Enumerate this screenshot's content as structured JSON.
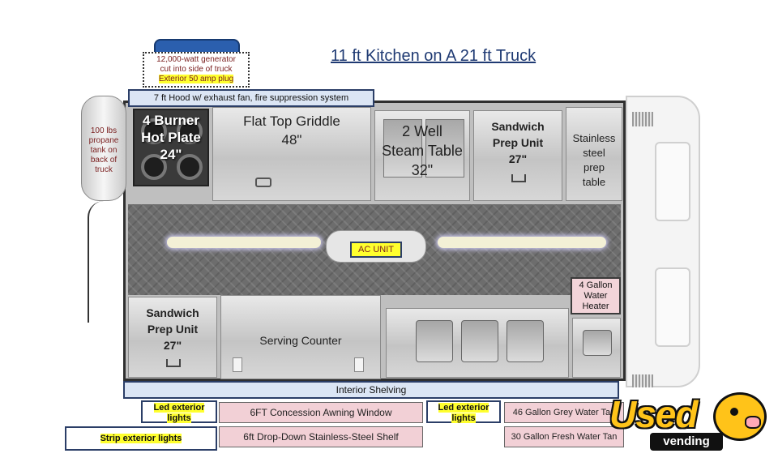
{
  "title": "11 ft Kitchen on A 21 ft Truck",
  "generator": {
    "line1": "12,000-watt generator",
    "line2": "cut into side of truck",
    "line3": "Exterior 50 amp plug"
  },
  "hood": "7 ft Hood w/ exhaust fan, fire suppression system",
  "propane": {
    "line1": "100 lbs",
    "line2": "propane",
    "line3": "tank on",
    "line4": "back of",
    "line5": "truck"
  },
  "burner": {
    "line1": "4 Burner",
    "line2": "Hot Plate",
    "line3": "24\""
  },
  "griddle": {
    "line1": "Flat Top Griddle",
    "line2": "48\""
  },
  "steam_table": {
    "line1": "2 Well",
    "line2": "Steam Table",
    "line3": "32\""
  },
  "prep_top": {
    "line1": "Sandwich",
    "line2": "Prep Unit",
    "line3": "27\""
  },
  "stainless": {
    "line1": "Stainless",
    "line2": "steel",
    "line3": "prep",
    "line4": "table"
  },
  "ac": "AC UNIT",
  "water_heater": {
    "line1": "4 Gallon",
    "line2": "Water",
    "line3": "Heater"
  },
  "prep_bottom": {
    "line1": "Sandwich",
    "line2": "Prep Unit",
    "line3": "27\""
  },
  "serving": "Serving Counter",
  "shelving": "Interior Shelving",
  "led_left": {
    "line1": "Led exterior",
    "line2": "lights"
  },
  "led_right": {
    "line1": "Led exterior",
    "line2": "lights"
  },
  "awning": "6FT Concession Awning Window",
  "shelf": "6ft Drop-Down Stainless-Steel Shelf",
  "strip": "Strip exterior lights",
  "grey_water": "46 Gallon Grey Water Tan",
  "fresh_water": "30 Gallon Fresh Water Tan",
  "logo": {
    "used": "Used",
    "vending": "vending"
  },
  "colors": {
    "label_blue": "#dbe5f4",
    "label_pink": "#f2d0d6",
    "highlight": "#ffff2e",
    "logo_yellow": "#ffc319",
    "border_navy": "#2b3e67"
  }
}
